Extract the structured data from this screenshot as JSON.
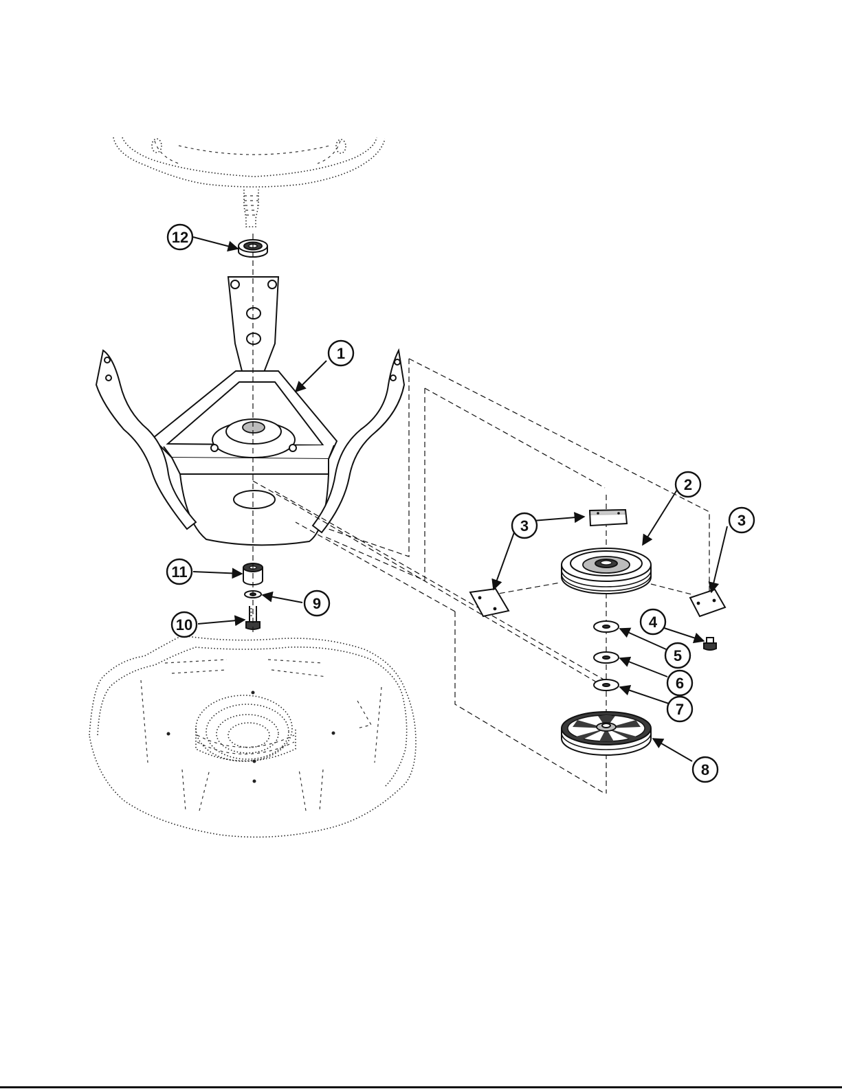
{
  "callouts": [
    {
      "id": "1",
      "label": "1"
    },
    {
      "id": "2",
      "label": "2"
    },
    {
      "id": "3a",
      "label": "3"
    },
    {
      "id": "3b",
      "label": "3"
    },
    {
      "id": "4",
      "label": "4"
    },
    {
      "id": "5",
      "label": "5"
    },
    {
      "id": "6",
      "label": "6"
    },
    {
      "id": "7",
      "label": "7"
    },
    {
      "id": "8",
      "label": "8"
    },
    {
      "id": "9",
      "label": "9"
    },
    {
      "id": "10",
      "label": "10"
    },
    {
      "id": "11",
      "label": "11"
    },
    {
      "id": "12",
      "label": "12"
    }
  ]
}
